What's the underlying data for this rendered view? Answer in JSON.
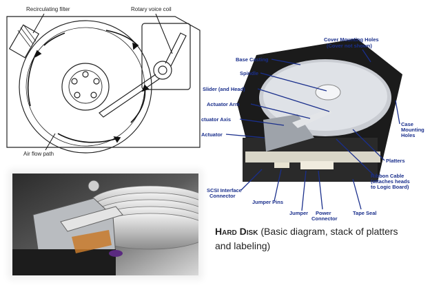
{
  "schematic": {
    "labels": {
      "filter": "Recirculating filter",
      "coil": "Rotary voice coil",
      "airflow": "Air flow path"
    }
  },
  "diagram": {
    "labels": {
      "cover_holes": "Cover Mounting Holes",
      "cover_holes_note": "(Cover not shown)",
      "base_casting": "Base Casting",
      "spindle": "Spindle",
      "slider": "Slider (and Head)",
      "actuator_arm": "Actuator Arm",
      "actuator_axis": "ctuator Axis",
      "actuator": "Actuator",
      "case_holes_1": "Case",
      "case_holes_2": "Mounting",
      "case_holes_3": "Holes",
      "platters": "Platters",
      "ribbon_1": "Ribbon Cable",
      "ribbon_2": "(attaches heads",
      "ribbon_3": "to Logic Board)",
      "scsi_1": "SCSI Interface",
      "scsi_2": "Connector",
      "jumper_pins": "Jumper Pins",
      "jumper": "Jumper",
      "power_1": "Power",
      "power_2": "Connector",
      "tape_seal": "Tape Seal"
    }
  },
  "caption": {
    "title": "Hard Disk",
    "text": " (Basic diagram, stack of platters and labeling)"
  }
}
